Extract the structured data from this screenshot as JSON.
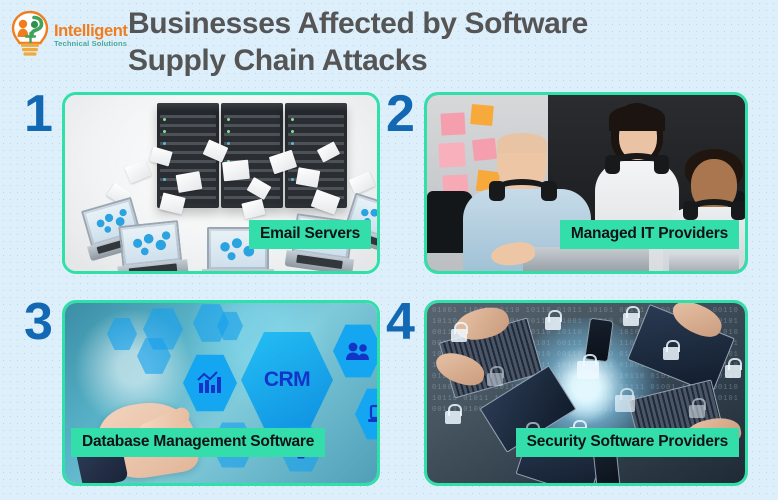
{
  "page": {
    "background_color": "#ddeffb",
    "accent_blue": "#1268b3",
    "accent_mint": "#33deaa",
    "title_color": "#555555"
  },
  "header": {
    "title": "Businesses Affected by Software Supply Chain Attacks",
    "title_line_1": "Businesses Affected by Software",
    "title_line_2": "Supply Chain Attacks",
    "logo": {
      "icon_name": "lightbulb-people-logo",
      "name": "Intelligent",
      "tagline": "Technical Solutions",
      "name_color": "#f07d1e",
      "tagline_color": "#4aa89b"
    }
  },
  "cards": [
    {
      "number": "1",
      "label": "Email Servers",
      "image_alt": "server-racks-with-flying-paper-and-laptops",
      "label_align": "right"
    },
    {
      "number": "2",
      "label": "Managed IT Providers",
      "image_alt": "three-it-professionals-at-desk-with-headphones",
      "label_align": "right"
    },
    {
      "number": "3",
      "label": "Database Management Software",
      "image_alt": "hand-pointing-at-crm-hexagon-icons",
      "label_align": "left"
    },
    {
      "number": "4",
      "label": "Security Software Providers",
      "image_alt": "overhead-laptops-with-padlock-icons",
      "label_align": "right"
    }
  ]
}
